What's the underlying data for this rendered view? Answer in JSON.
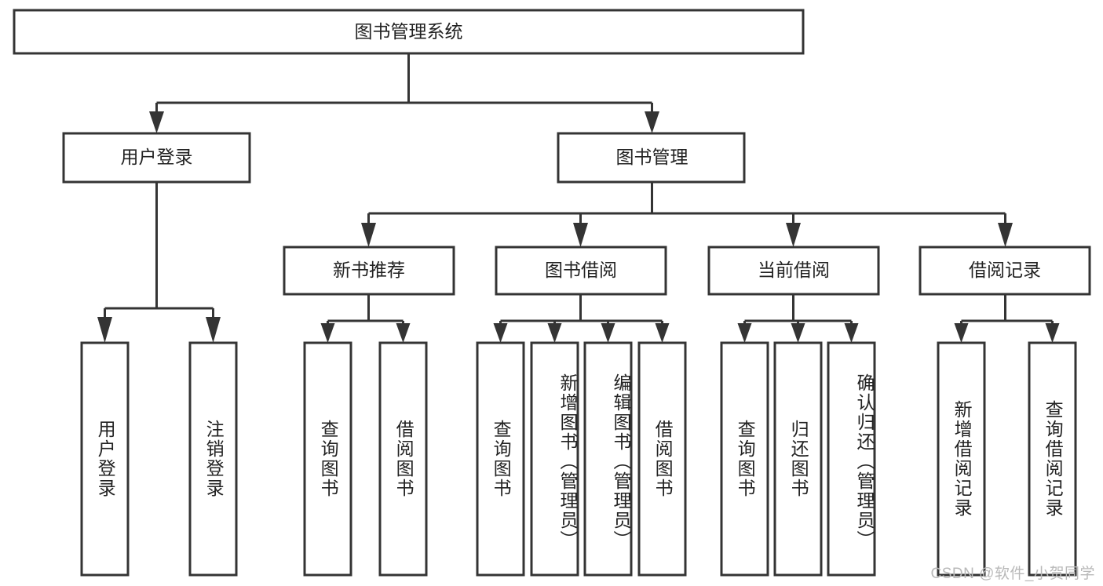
{
  "diagram": {
    "title": "图书管理系统",
    "type": "tree-hierarchy",
    "watermark": "CSDN @软件_小贺同学",
    "colors": {
      "stroke": "#343434",
      "fill": "#ffffff",
      "text": "#222222",
      "watermark": "#b9b9b9"
    },
    "levels": {
      "level1": [
        {
          "id": "root",
          "label": "图书管理系统"
        }
      ],
      "level2": [
        {
          "id": "user-login",
          "label": "用户登录"
        },
        {
          "id": "book-manage",
          "label": "图书管理"
        }
      ],
      "level3": [
        {
          "id": "new-book-rec",
          "label": "新书推荐",
          "parent": "book-manage"
        },
        {
          "id": "book-borrow",
          "label": "图书借阅",
          "parent": "book-manage"
        },
        {
          "id": "current-borrow",
          "label": "当前借阅",
          "parent": "book-manage"
        },
        {
          "id": "borrow-record",
          "label": "借阅记录",
          "parent": "book-manage"
        }
      ],
      "level4": [
        {
          "id": "leaf-user-login",
          "label": "用户登录",
          "parent": "user-login"
        },
        {
          "id": "leaf-logout",
          "label": "注销登录",
          "parent": "user-login"
        },
        {
          "id": "leaf-query-book-1",
          "label": "查询图书",
          "parent": "new-book-rec"
        },
        {
          "id": "leaf-borrow-book-1",
          "label": "借阅图书",
          "parent": "new-book-rec"
        },
        {
          "id": "leaf-query-book-2",
          "label": "查询图书",
          "parent": "book-borrow"
        },
        {
          "id": "leaf-add-book",
          "label": "新增图书（管理员）",
          "parent": "book-borrow"
        },
        {
          "id": "leaf-edit-book",
          "label": "编辑图书（管理员）",
          "parent": "book-borrow"
        },
        {
          "id": "leaf-borrow-book-2",
          "label": "借阅图书",
          "parent": "book-borrow"
        },
        {
          "id": "leaf-query-book-3",
          "label": "查询图书",
          "parent": "current-borrow"
        },
        {
          "id": "leaf-return-book",
          "label": "归还图书",
          "parent": "current-borrow"
        },
        {
          "id": "leaf-confirm-return",
          "label": "确认归还（管理员）",
          "parent": "current-borrow"
        },
        {
          "id": "leaf-add-record",
          "label": "新增借阅记录",
          "parent": "borrow-record"
        },
        {
          "id": "leaf-query-record",
          "label": "查询借阅记录",
          "parent": "borrow-record"
        }
      ]
    }
  }
}
